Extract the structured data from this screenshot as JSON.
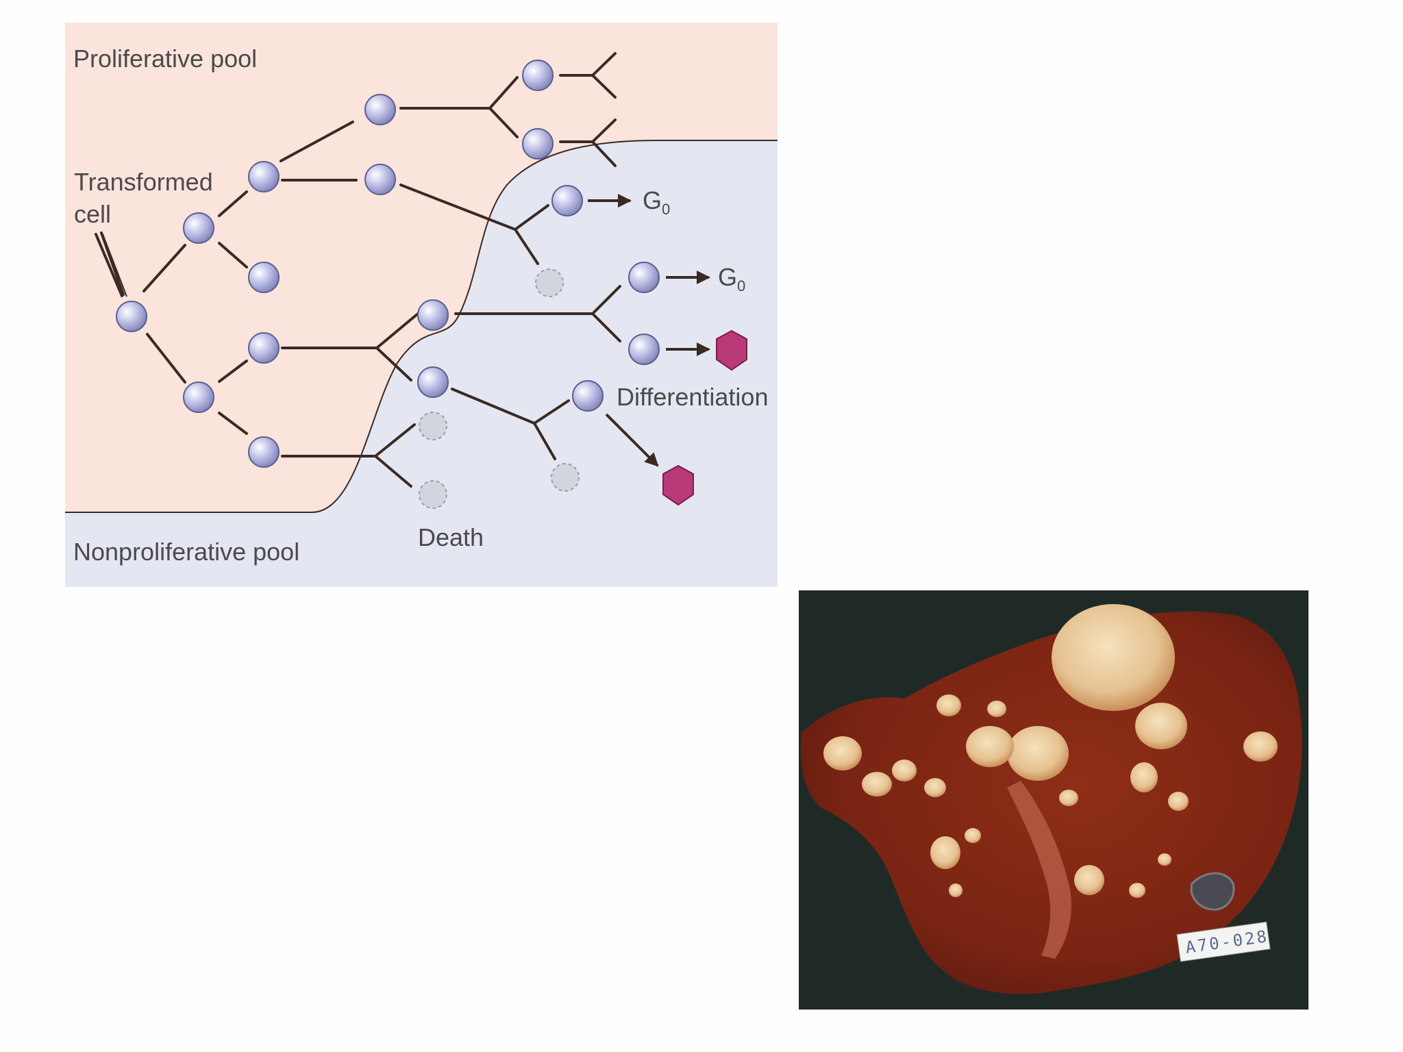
{
  "diagram": {
    "labels": {
      "proliferative_pool": "Proliferative pool",
      "transformed_cell_line1": "Transformed",
      "transformed_cell_line2": "cell",
      "nonproliferative_pool": "Nonproliferative pool",
      "death": "Death",
      "differentiation": "Differentiation",
      "g0_top": "G",
      "g0_top_sub": "0",
      "g0_mid": "G",
      "g0_mid_sub": "0"
    },
    "colors": {
      "proliferative_bg": "#fbe4dc",
      "nonproliferative_bg": "#e4e7f2",
      "cell": "#a9acd8",
      "dead_cell": "#d3d5de",
      "differentiated": "#b93a78",
      "line": "#3a2a22"
    }
  },
  "photo": {
    "specimen_tag": "A70-028",
    "colors": {
      "background": "#1f2a27",
      "tissue": "#7d2616",
      "nodule": "#e8c79a"
    }
  }
}
